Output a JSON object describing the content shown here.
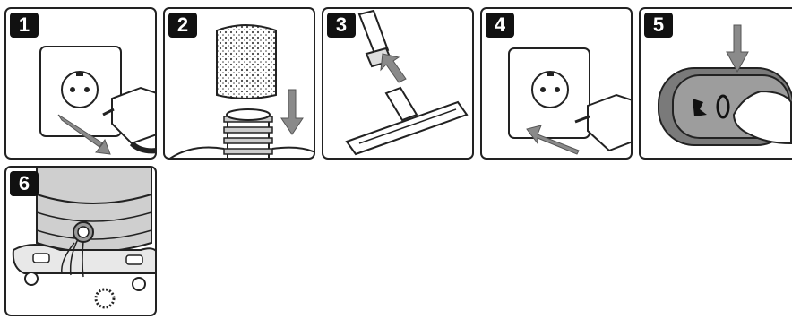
{
  "steps": [
    {
      "number": "1"
    },
    {
      "number": "2"
    },
    {
      "number": "3"
    },
    {
      "number": "4"
    },
    {
      "number": "5"
    },
    {
      "number": "6"
    }
  ],
  "colors": {
    "outline": "#222222",
    "badge": "#111111",
    "arrow": "#8a8a8a",
    "switch_body": "#7a7a7a",
    "switch_face": "#9d9d9d"
  },
  "icons": [
    "wall-socket-icon",
    "plug-icon",
    "filter-sponge-icon",
    "floor-nozzle-icon",
    "power-switch-icon",
    "vacuum-drain-icon"
  ]
}
